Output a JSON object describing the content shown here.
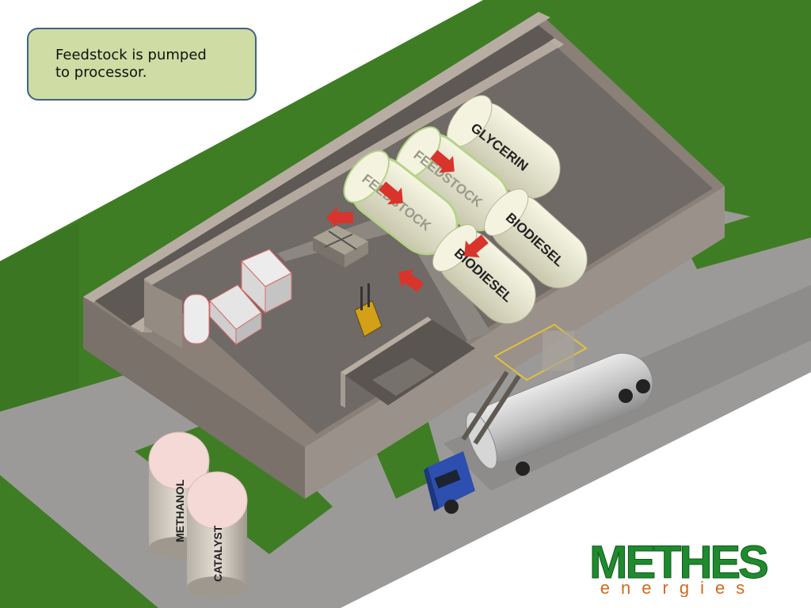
{
  "callout": {
    "line1": "Feedstock is pumped",
    "line2": "to processor."
  },
  "tanks": {
    "glycerin": "GLYCERIN",
    "feedstock_1": "FEEDSTOCK",
    "feedstock_2": "FEEDSTOCK",
    "biodiesel_1": "BIODIESEL",
    "biodiesel_2": "BIODIESEL",
    "methanol": "METHANOL",
    "catalyst": "CATALYST"
  },
  "logo": {
    "main": "METHES",
    "sub": "energies"
  },
  "colors": {
    "grass": "#3f7d24",
    "wall": "#8a8078",
    "floor": "#6f6a66",
    "tank": "#ecebd3",
    "highlight_outline": "#b5d38a",
    "arrow": "#d9342b",
    "truck_cab": "#2c4fb0",
    "logo_green": "#1f8a2e",
    "logo_orange": "#d2691e",
    "callout_fill": "#cfdca4",
    "callout_border": "#3f6382"
  }
}
